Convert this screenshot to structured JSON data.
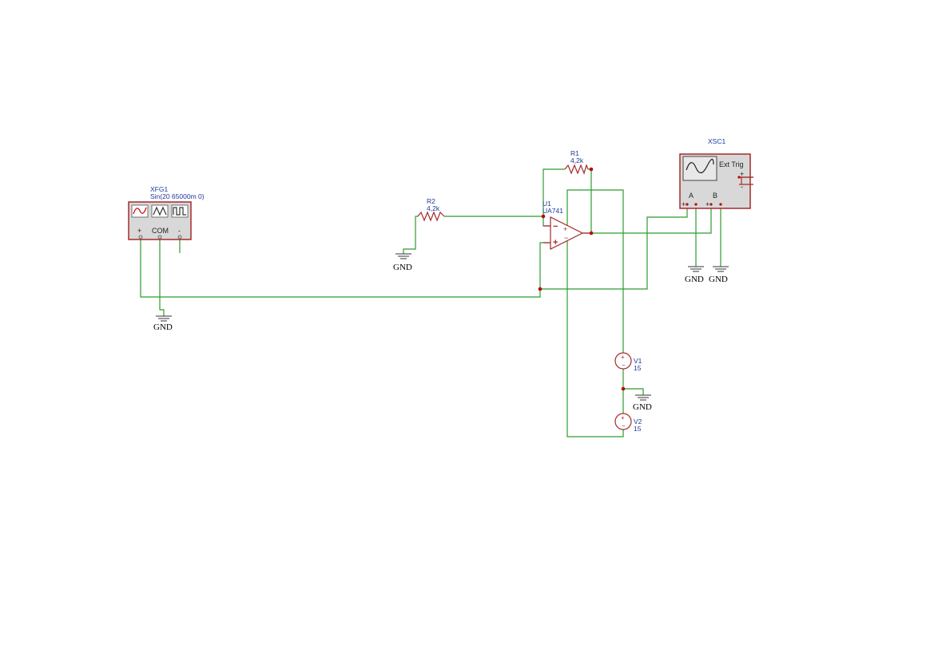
{
  "function_generator": {
    "ref": "XFG1",
    "value": "Sin(20 65000m 0)",
    "terminals": {
      "plus": "+",
      "com": "COM",
      "minus": "-"
    },
    "waveforms": [
      "sine-icon",
      "triangle-icon",
      "square-icon"
    ]
  },
  "resistor_r1": {
    "ref": "R1",
    "value": "4,2k"
  },
  "resistor_r2": {
    "ref": "R2",
    "value": "4,2k"
  },
  "opamp": {
    "ref": "U1",
    "model": "UA741",
    "inverting_sign": "−",
    "noninverting_sign": "+"
  },
  "oscilloscope": {
    "ref": "XSC1",
    "ext_trig": "Ext Trig",
    "channel_a": "A",
    "channel_b": "B",
    "plus": "+",
    "minus": "-"
  },
  "source_v1": {
    "ref": "V1",
    "value": "15"
  },
  "source_v2": {
    "ref": "V2",
    "value": "15"
  },
  "ground_label": "GND",
  "colors": {
    "wire": "#2e9b2e",
    "component": "#a52a2a",
    "label": "#1a3a9a",
    "junction": "#c00000"
  }
}
